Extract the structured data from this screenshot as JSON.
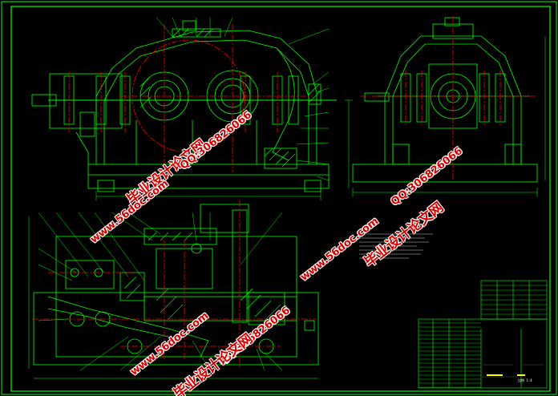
{
  "drawing": {
    "background": "#000000",
    "line_color": "#00ff00",
    "center_line_color": "#ff0000",
    "text_color": "#ffffff",
    "highlight_color": "#ffff00"
  },
  "watermarks": [
    {
      "id": "wm1-cn",
      "text": "毕业设计论文网"
    },
    {
      "id": "wm1-url",
      "text": "www.56doc.com"
    },
    {
      "id": "wm1-qq",
      "text": "QQ:306826066"
    },
    {
      "id": "wm2-qq",
      "text": "QQ:306826066"
    },
    {
      "id": "wm2-url",
      "text": "www.56doc.com"
    },
    {
      "id": "wm2-cn",
      "text": "毕业设计论文网"
    },
    {
      "id": "wm3-qq",
      "text": "QQ:306826066"
    },
    {
      "id": "wm3-url",
      "text": "www.56doc.com"
    },
    {
      "id": "wm3-cn",
      "text": "毕业设计论文网"
    }
  ],
  "title_block": {
    "scale": "比例 1:4"
  }
}
